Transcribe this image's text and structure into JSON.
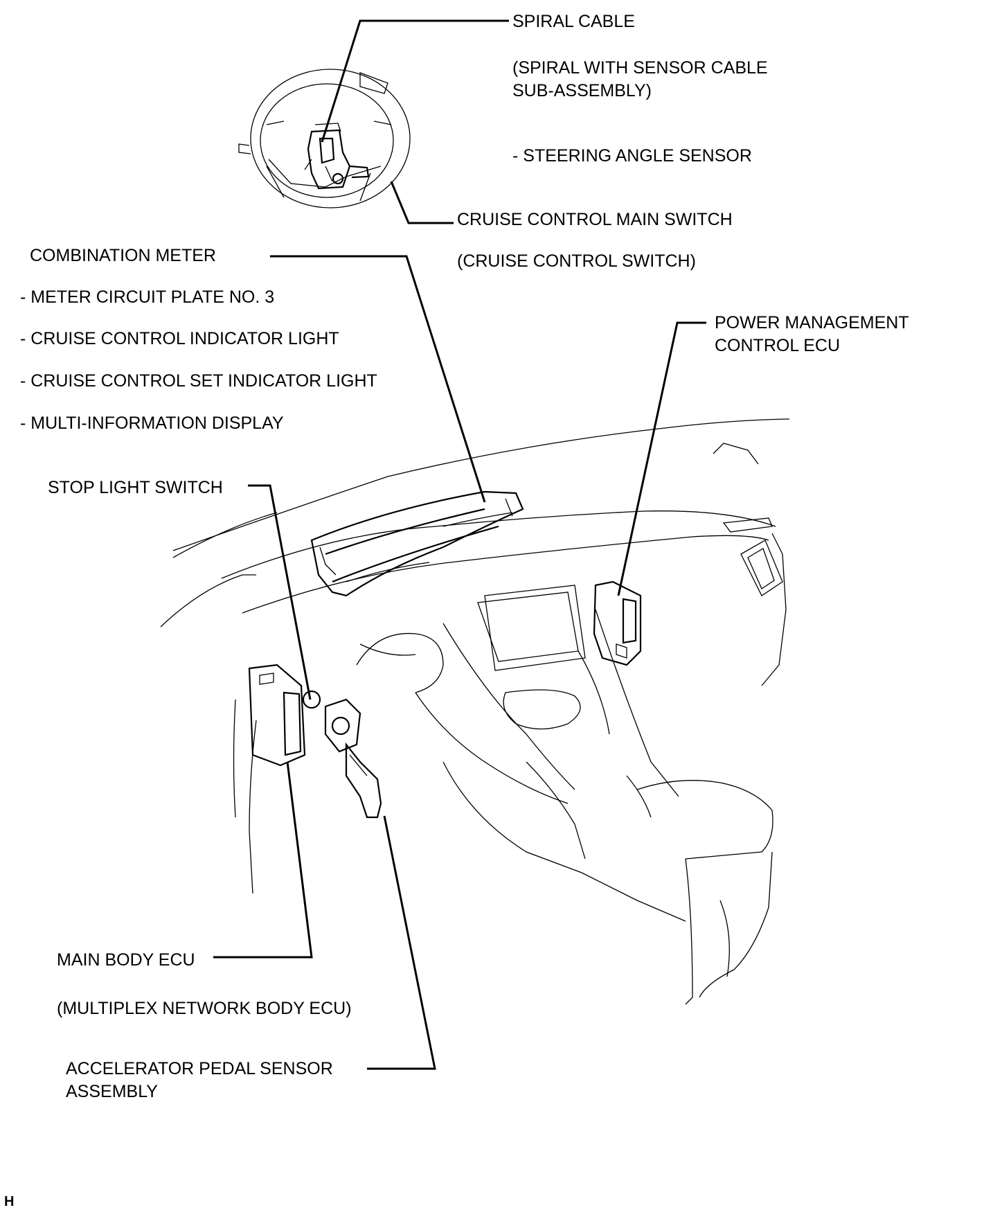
{
  "labels": {
    "spiral_cable": "SPIRAL CABLE",
    "spiral_sub_1": "(SPIRAL WITH SENSOR CABLE",
    "spiral_sub_2": "SUB-ASSEMBLY)",
    "steering_angle_sensor": "- STEERING ANGLE SENSOR",
    "cruise_main_switch": "CRUISE CONTROL MAIN SWITCH",
    "cruise_control_switch": "(CRUISE CONTROL SWITCH)",
    "combination_meter": "COMBINATION METER",
    "meter_circuit_plate": "- METER CIRCUIT PLATE NO. 3",
    "cruise_indicator": "- CRUISE CONTROL INDICATOR LIGHT",
    "cruise_set_indicator": "- CRUISE CONTROL SET INDICATOR LIGHT",
    "multi_info_display": "- MULTI-INFORMATION DISPLAY",
    "power_mgmt_1": "POWER MANAGEMENT",
    "power_mgmt_2": "CONTROL ECU",
    "stop_light_switch": "STOP LIGHT SWITCH",
    "main_body_ecu": "MAIN BODY ECU",
    "multiplex_body_ecu": "(MULTIPLEX NETWORK BODY ECU)",
    "accel_pedal_1": "ACCELERATOR PEDAL SENSOR",
    "accel_pedal_2": "ASSEMBLY",
    "corner_mark": "H"
  }
}
